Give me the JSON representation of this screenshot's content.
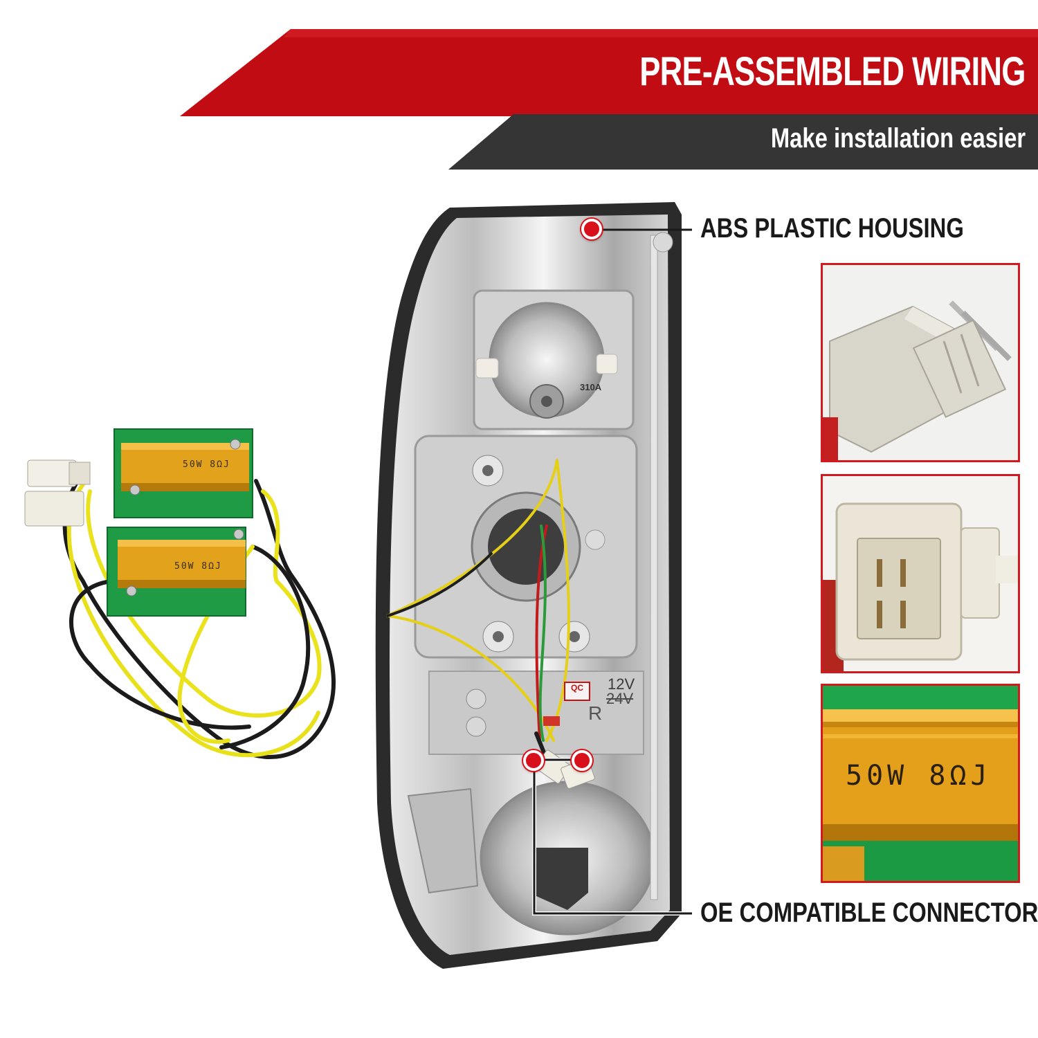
{
  "header": {
    "headline": "PRE-ASSEMBLED WIRING",
    "subline": "Make installation easier",
    "colors": {
      "red": "#c20c14",
      "dark": "#353535",
      "text": "#ffffff"
    }
  },
  "callouts": {
    "housing": "ABS PLASTIC HOUSING",
    "connectors": "OE COMPATIBLE CONNECTORS",
    "dot_color": "#d7101b"
  },
  "product": {
    "resistor_marking": "50W 8ΩJ",
    "housing_stamps": {
      "bulb": "310A",
      "voltage": "12V",
      "voltage_alt": "24V",
      "side": "R",
      "qc": "QC"
    }
  },
  "panels": {
    "border_color": "#d11a20",
    "items": [
      "connector-plug-closeup",
      "connector-socket-closeup",
      "resistor-closeup"
    ]
  }
}
